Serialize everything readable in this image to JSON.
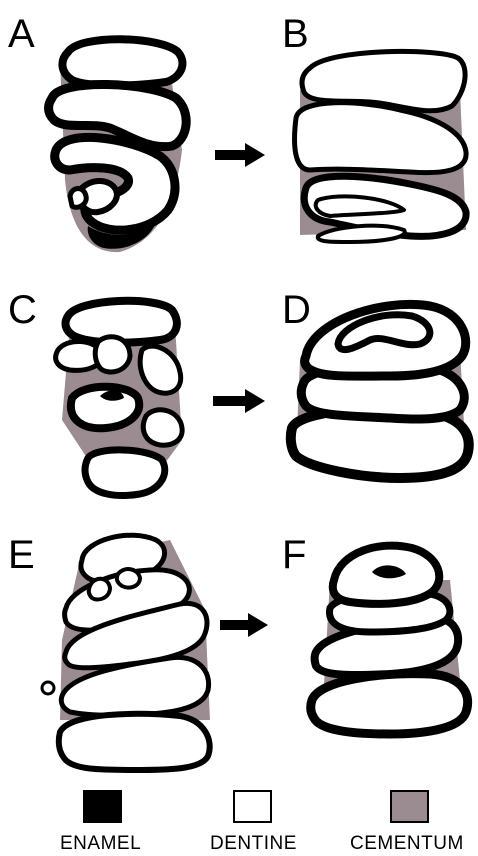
{
  "panels": [
    {
      "letter": "A"
    },
    {
      "letter": "B"
    },
    {
      "letter": "C"
    },
    {
      "letter": "D"
    },
    {
      "letter": "E"
    },
    {
      "letter": "F"
    }
  ],
  "legend": [
    {
      "label": "ENAMEL",
      "color": "#000000"
    },
    {
      "label": "DENTINE",
      "color": "#ffffff"
    },
    {
      "label": "CEMENTUM",
      "color": "#9a8c91"
    }
  ],
  "colors": {
    "enamel": "#000000",
    "dentine": "#ffffff",
    "cementum": "#9a8c91"
  }
}
